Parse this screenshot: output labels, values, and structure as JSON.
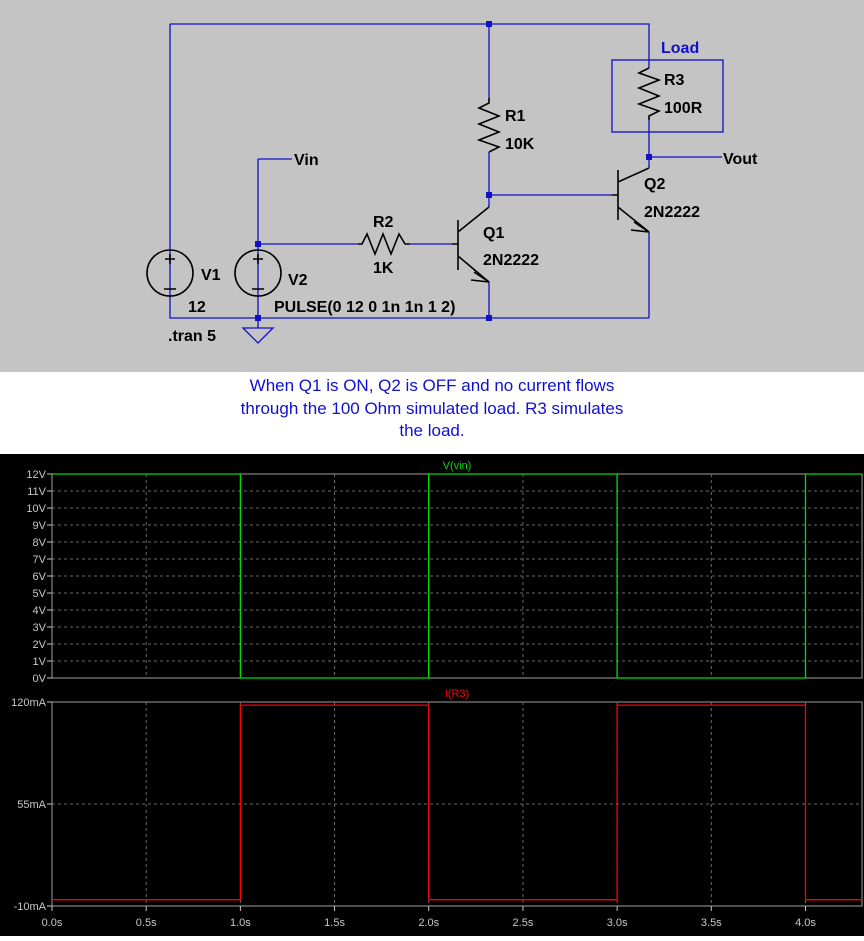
{
  "schematic": {
    "net_labels": {
      "vin": "Vin",
      "vout": "Vout"
    },
    "load_label": "Load",
    "simulation_directive": ".tran 5",
    "components": {
      "v1": {
        "name": "V1",
        "value": "12"
      },
      "v2": {
        "name": "V2",
        "value": "PULSE(0 12 0 1n 1n 1 2)"
      },
      "r1": {
        "name": "R1",
        "value": "10K"
      },
      "r2": {
        "name": "R2",
        "value": "1K"
      },
      "r3": {
        "name": "R3",
        "value": "100R"
      },
      "q1": {
        "name": "Q1",
        "value": "2N2222"
      },
      "q2": {
        "name": "Q2",
        "value": "2N2222"
      }
    }
  },
  "caption": {
    "line1": "When Q1 is ON, Q2 is OFF and no current flows",
    "line2": "through the 100 Ohm simulated load. R3 simulates",
    "line3": "the load."
  },
  "colors": {
    "wire": "#1010c8",
    "junction": "#1010c8",
    "schematic_bg": "#c4c4c4",
    "caption_text": "#1010d0",
    "plot_bg": "#000000",
    "trace_vin": "#00dd00",
    "trace_ir3": "#ff0000",
    "grid": "#6a6a6a"
  },
  "chart_data": [
    {
      "type": "line",
      "title": "V(vin)",
      "series": [
        {
          "name": "V(vin)",
          "x": [
            0,
            1,
            1,
            2,
            2,
            3,
            3,
            4,
            4,
            4.3
          ],
          "y": [
            12,
            12,
            0,
            0,
            12,
            12,
            0,
            0,
            12,
            12
          ]
        }
      ],
      "xlim": [
        0,
        4.3
      ],
      "ylim": [
        0,
        12
      ],
      "yticks": [
        {
          "v": 12,
          "label": "12V"
        },
        {
          "v": 11,
          "label": "11V"
        },
        {
          "v": 10,
          "label": "10V"
        },
        {
          "v": 9,
          "label": "9V"
        },
        {
          "v": 8,
          "label": "8V"
        },
        {
          "v": 7,
          "label": "7V"
        },
        {
          "v": 6,
          "label": "6V"
        },
        {
          "v": 5,
          "label": "5V"
        },
        {
          "v": 4,
          "label": "4V"
        },
        {
          "v": 3,
          "label": "3V"
        },
        {
          "v": 2,
          "label": "2V"
        },
        {
          "v": 1,
          "label": "1V"
        },
        {
          "v": 0,
          "label": "0V"
        }
      ],
      "grid": true
    },
    {
      "type": "line",
      "title": "I(R3)",
      "series": [
        {
          "name": "I(R3)",
          "x": [
            0,
            1,
            1,
            2,
            2,
            3,
            3,
            4,
            4,
            4.3
          ],
          "y": [
            -6,
            -6,
            118,
            118,
            -6,
            -6,
            118,
            118,
            -6,
            -6
          ]
        }
      ],
      "xlim": [
        0,
        4.3
      ],
      "ylim": [
        -10,
        120
      ],
      "yticks": [
        {
          "v": 120,
          "label": "120mA"
        },
        {
          "v": 55,
          "label": "55mA"
        },
        {
          "v": -10,
          "label": "-10mA"
        }
      ],
      "xticks": [
        {
          "v": 0,
          "label": "0.0s"
        },
        {
          "v": 0.5,
          "label": "0.5s"
        },
        {
          "v": 1,
          "label": "1.0s"
        },
        {
          "v": 1.5,
          "label": "1.5s"
        },
        {
          "v": 2,
          "label": "2.0s"
        },
        {
          "v": 2.5,
          "label": "2.5s"
        },
        {
          "v": 3,
          "label": "3.0s"
        },
        {
          "v": 3.5,
          "label": "3.5s"
        },
        {
          "v": 4,
          "label": "4.0s"
        }
      ],
      "grid": true
    }
  ]
}
